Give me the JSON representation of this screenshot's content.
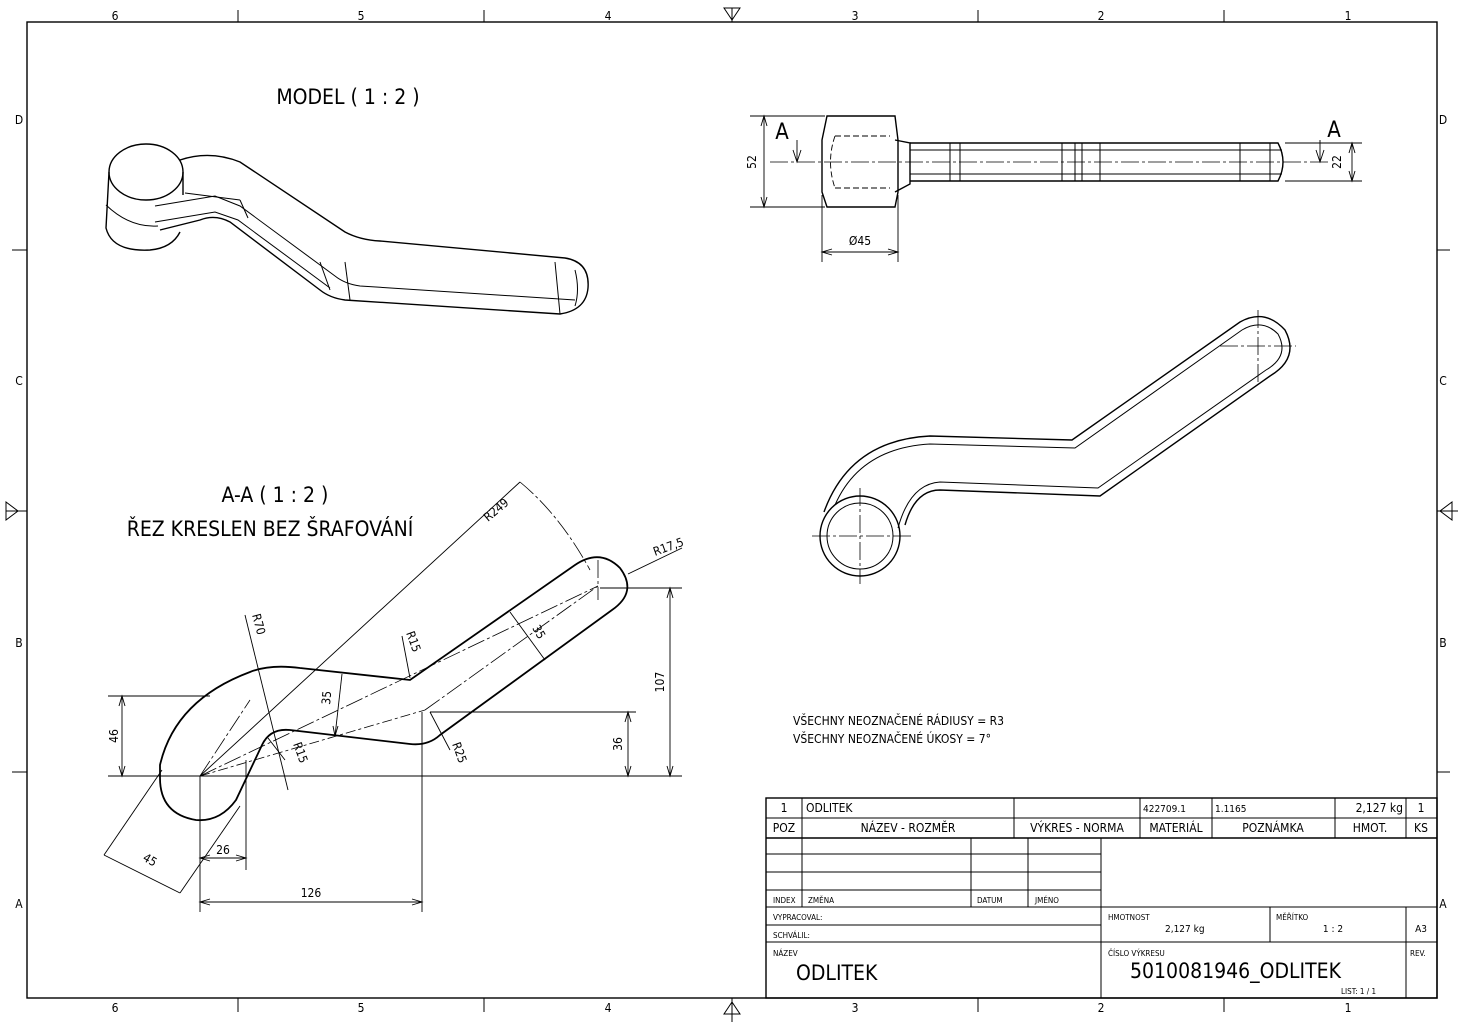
{
  "border": {
    "columns": [
      "6",
      "5",
      "4",
      "3",
      "2",
      "1"
    ],
    "rows": [
      "D",
      "C",
      "B",
      "A"
    ]
  },
  "views": {
    "model_title": "MODEL ( 1 : 2 )",
    "section_title": "A-A ( 1 : 2 )",
    "section_subtitle": "ŘEZ KRESLEN BEZ ŠRAFOVÁNÍ",
    "section_marker": "A"
  },
  "dimensions": {
    "d52": "52",
    "d22": "22",
    "d45dia": "Ø45",
    "r249": "R249",
    "r175": "R17,5",
    "r70": "R70",
    "r15a": "R15",
    "r15b": "R15",
    "r25": "R25",
    "d35a": "35",
    "d35b": "35",
    "d46": "46",
    "d36": "36",
    "d107": "107",
    "d45": "45",
    "d26": "26",
    "d126": "126"
  },
  "notes": {
    "line1": "VŠECHNY NEOZNAČENÉ RÁDIUSY = R3",
    "line2": "VŠECHNY NEOZNAČENÉ ÚKOSY   = 7°"
  },
  "title_block": {
    "row": {
      "poz": "1",
      "name": "ODLITEK",
      "drawing": "",
      "material_code": "422709.1",
      "note": "1.1165",
      "mass": "2,127 kg",
      "qty": "1"
    },
    "headers": {
      "poz": "POZ",
      "name": "NÁZEV - ROZMĚR",
      "drawing": "VÝKRES - NORMA",
      "material": "MATERIÁL",
      "note": "POZNÁMKA",
      "mass": "HMOT.",
      "qty": "KS"
    },
    "revision": {
      "index": "INDEX",
      "change": "ZMĚNA",
      "date": "DATUM",
      "name": "JMÉNO"
    },
    "drawn_by": "VYPRACOVAL:",
    "approved_by": "SCHVÁLIL:",
    "mass_label": "HMOTNOST",
    "mass_value": "2,127 kg",
    "scale_label": "MĚŘÍTKO",
    "scale_value": "1 : 2",
    "format": "A3",
    "name_label": "NÁZEV",
    "name_value": "ODLITEK",
    "number_label": "ČÍSLO VÝKRESU",
    "number_value": "5010081946_ODLITEK",
    "rev_label": "REV.",
    "sheet": "LIST: 1 / 1"
  }
}
